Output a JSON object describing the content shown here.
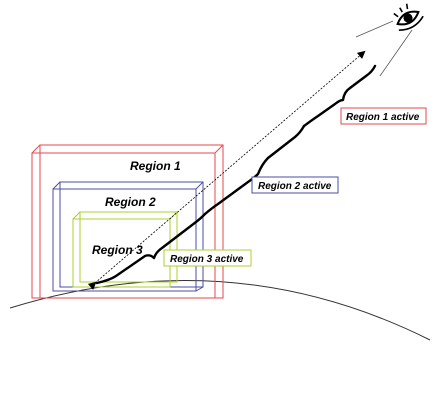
{
  "regions": [
    {
      "label": "Region 1",
      "active_label": "Region 1 active",
      "color": "#e8474a"
    },
    {
      "label": "Region 2",
      "active_label": "Region 2 active",
      "color": "#4a4fa3"
    },
    {
      "label": "Region 3",
      "active_label": "Region 3 active",
      "color": "#a8d02c"
    }
  ],
  "colors": {
    "line": "#000000",
    "ground": "#333333",
    "background": "#ffffff"
  },
  "icons": {
    "viewer": "eye-icon"
  }
}
